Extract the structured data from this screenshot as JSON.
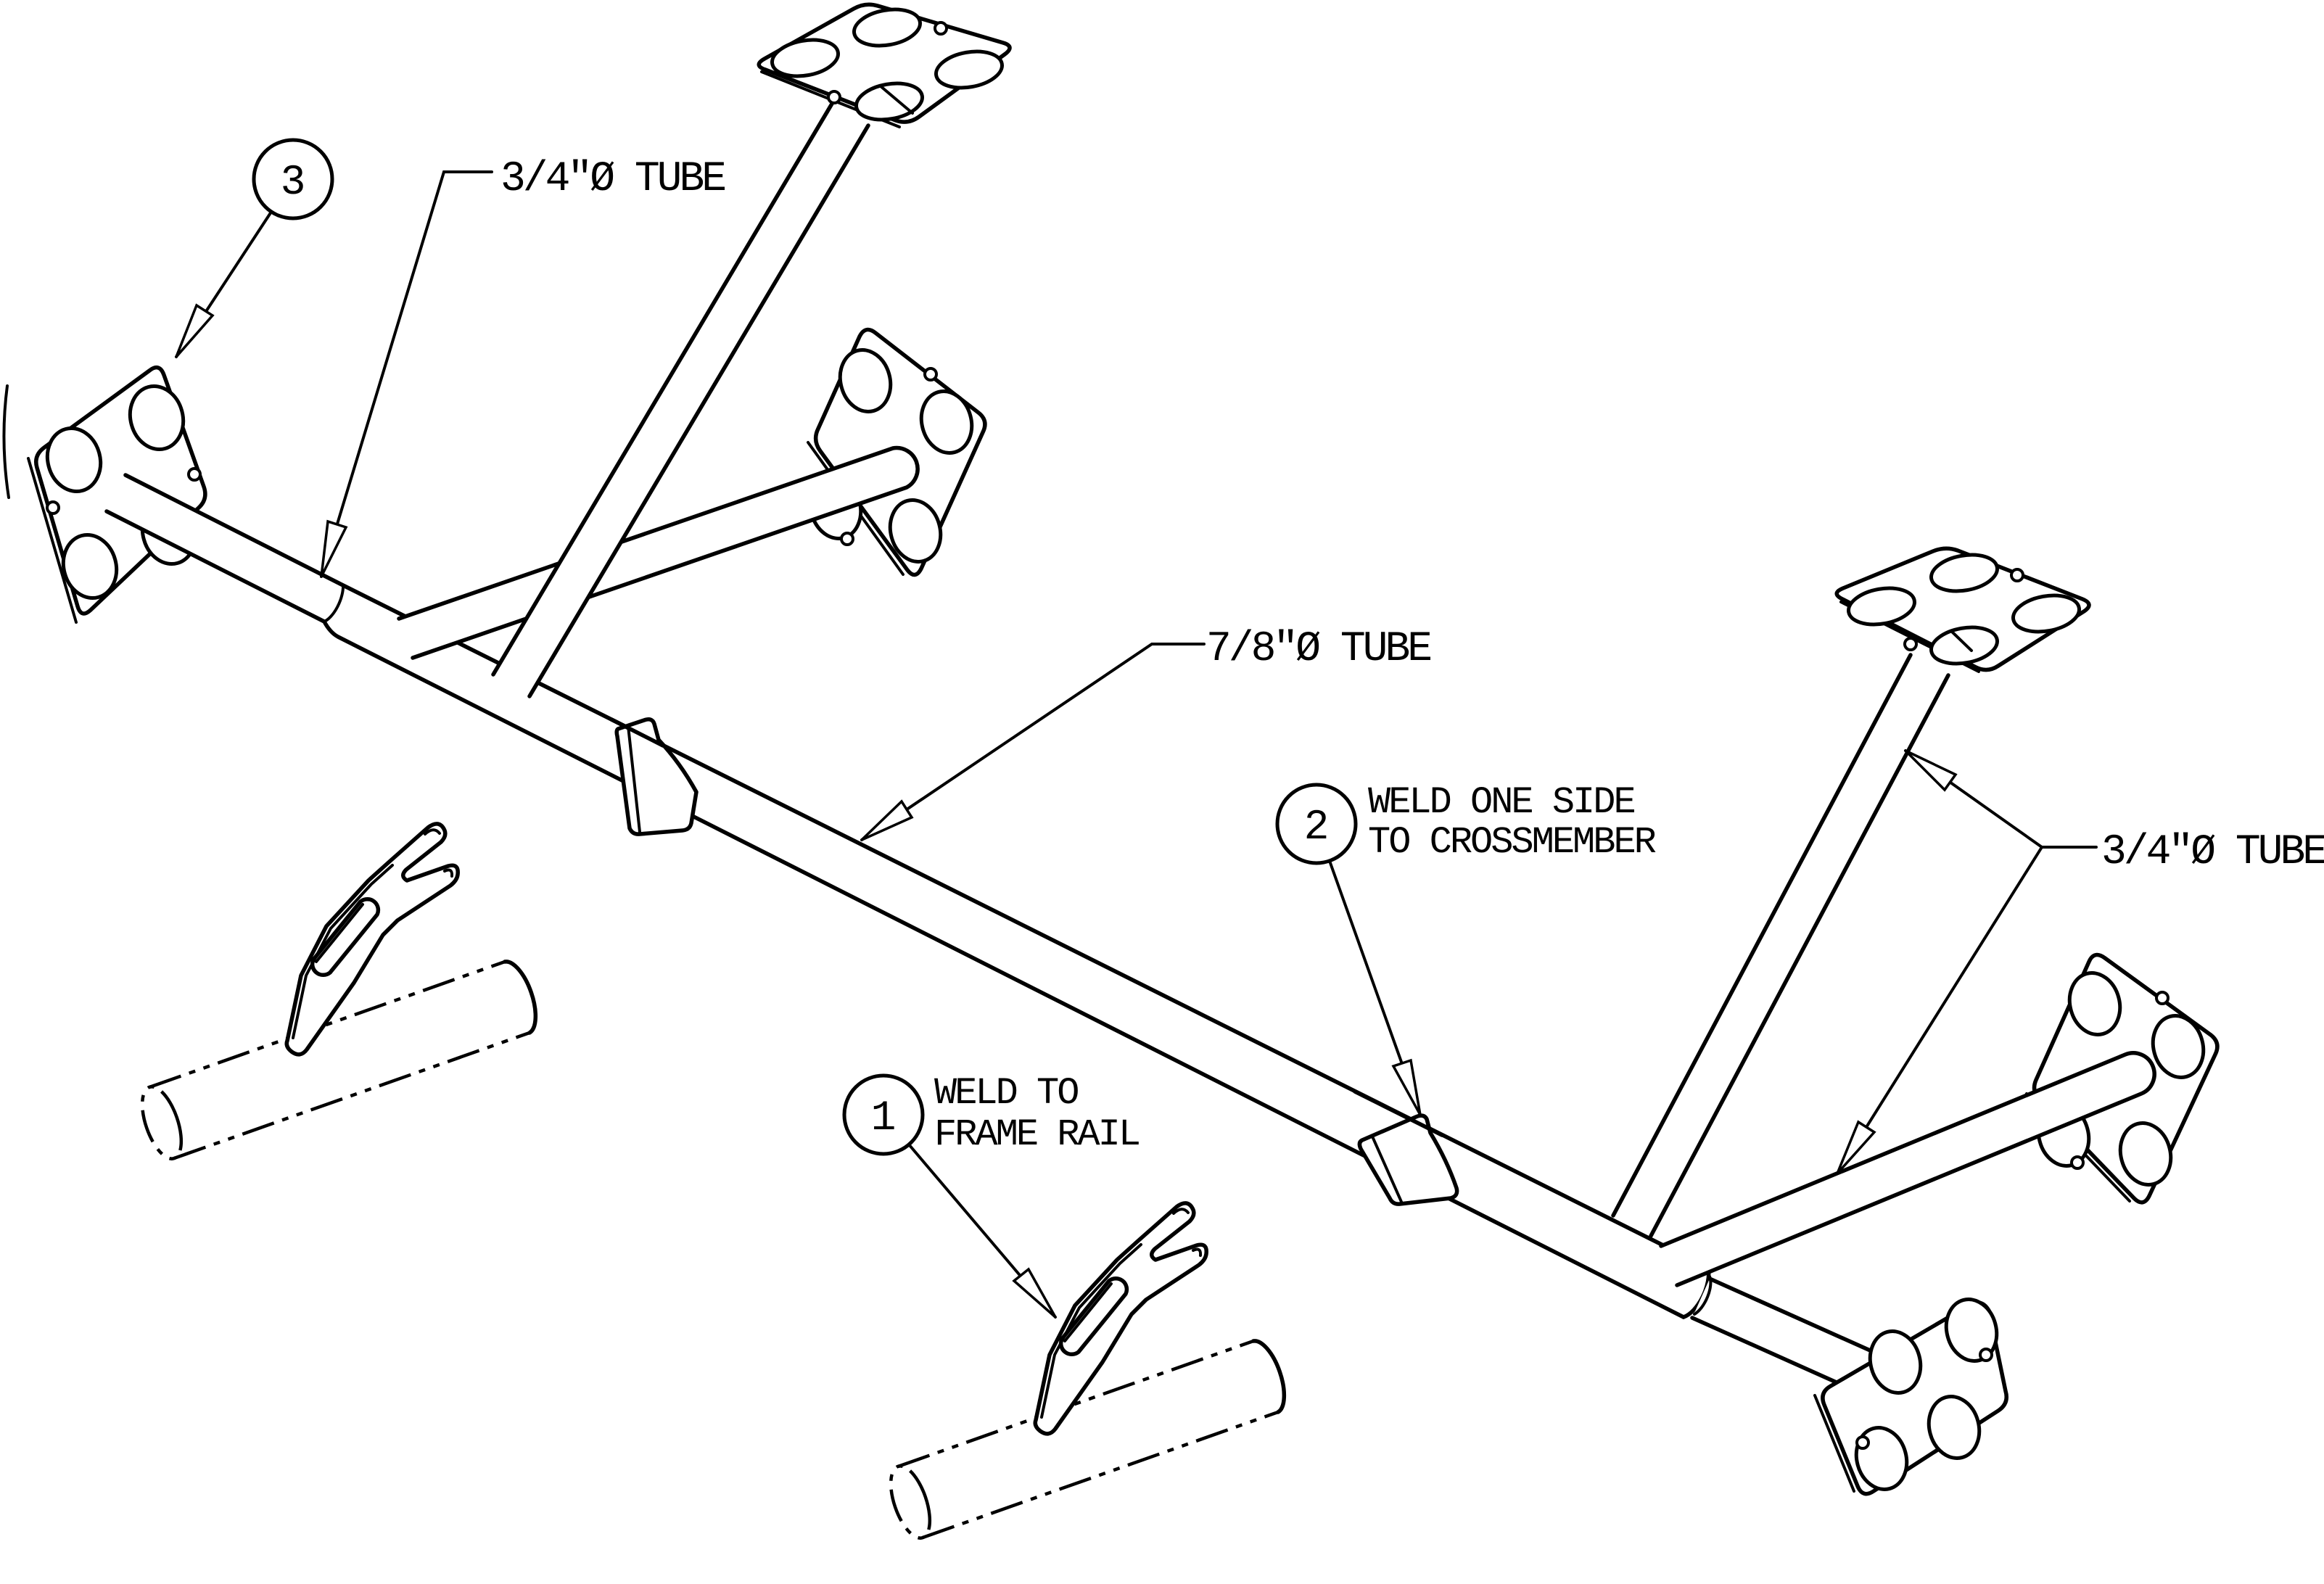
{
  "drawing": {
    "background_color": "#ffffff",
    "line_color": "#000000",
    "labels": {
      "tube34_top": "3/4\"Ø TUBE",
      "tube78": "7/8\"Ø TUBE",
      "tube34_right": "3/4\"Ø TUBE"
    },
    "notes": {
      "weld_frame_rail": {
        "line1": "WELD TO",
        "line2": "FRAME RAIL"
      },
      "weld_crossmember": {
        "line1": "WELD ONE SIDE",
        "line2": "TO CROSSMEMBER"
      }
    },
    "balloons": {
      "item1": {
        "number": "1"
      },
      "item2": {
        "number": "2"
      },
      "item3": {
        "number": "3"
      }
    }
  }
}
